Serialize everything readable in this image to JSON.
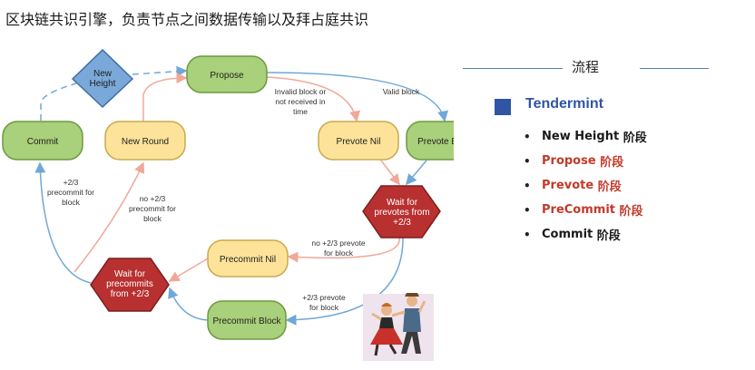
{
  "title": "区块链共识引擎，负责节点之间数据传输以及拜占庭共识",
  "nodes": {
    "new_height": [
      "New",
      "Height"
    ],
    "propose": "Propose",
    "commit": "Commit",
    "new_round": "New Round",
    "prevote_nil": "Prevote Nil",
    "prevote_block": "Prevote Block",
    "wait_prevotes": [
      "Wait for",
      "prevotes from",
      "+2/3"
    ],
    "precommit_nil": "Precommit Nil",
    "wait_precommits": [
      "Wait for",
      "precommits",
      "from +2/3"
    ],
    "precommit_block": "Precommit Block"
  },
  "edges": {
    "invalid_block": [
      "Invalid block or",
      "not received in",
      "time"
    ],
    "valid_block": "Valid block",
    "commit_label": [
      "+2/3",
      "precommit for",
      "block"
    ],
    "no_precommit": [
      "no +2/3",
      "precommit for",
      "block"
    ],
    "no_prevote": [
      "no +2/3 prevote",
      "for block"
    ],
    "prevote_for_block": [
      "+2/3 prevote",
      "for block"
    ]
  },
  "panel": {
    "flow_title": "流程",
    "tendermint": "Tendermint",
    "phases": [
      {
        "name": "New Height",
        "suffix": "阶段",
        "highlight": false
      },
      {
        "name": "Propose",
        "suffix": "阶段",
        "highlight": true
      },
      {
        "name": "Prevote",
        "suffix": "阶段",
        "highlight": true
      },
      {
        "name": "PreCommit",
        "suffix": "阶段",
        "highlight": true
      },
      {
        "name": "Commit",
        "suffix": "阶段",
        "highlight": false
      }
    ]
  },
  "colors": {
    "green": "#a9d07a",
    "yellow": "#fde39a",
    "red": "#b83030",
    "blue_diamond": "#7aa8d8",
    "blue_arrow": "#6fa8d6",
    "salmon_arrow": "#f0a898",
    "accent": "#2f55a4",
    "highlight": "#c23a2a"
  }
}
